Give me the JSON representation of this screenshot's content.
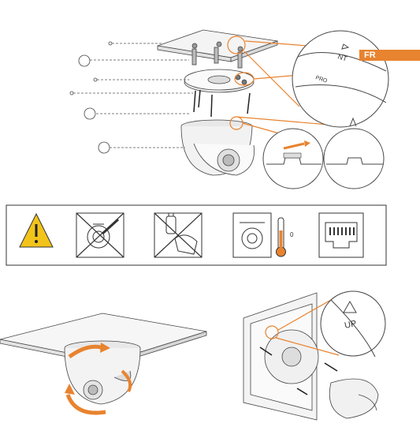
{
  "language_badge": "FR",
  "colors": {
    "accent": "#e8832f",
    "warning_fill": "#f2c31a",
    "line": "#444444"
  },
  "zoom_labels": {
    "ceiling_mark": "NT",
    "base_mark": "PRO",
    "wall_mark": "UP"
  },
  "thermometer_value": "0",
  "warning_icons": [
    {
      "name": "caution-icon"
    },
    {
      "name": "no-screwdriver-icon"
    },
    {
      "name": "no-solvent-cleaning-icon"
    },
    {
      "name": "camera-temperature-icon"
    },
    {
      "name": "ethernet-port-icon"
    }
  ]
}
